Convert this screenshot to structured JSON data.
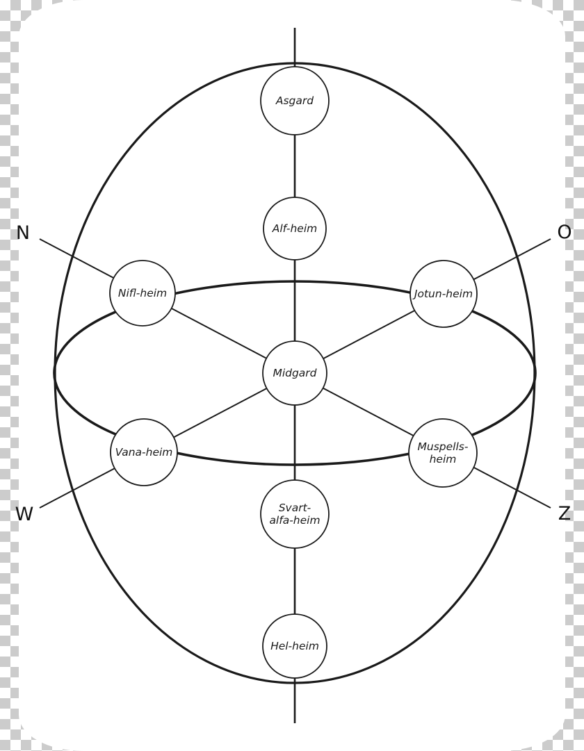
{
  "diagram": {
    "compass": {
      "n": "N",
      "o": "O",
      "w": "W",
      "z": "Z"
    },
    "nodes": [
      {
        "id": "asgard",
        "label": "Asgard"
      },
      {
        "id": "alf-heim",
        "label": "Alf-heim"
      },
      {
        "id": "nifl-heim",
        "label": "Nifl-heim"
      },
      {
        "id": "jotun-heim",
        "label": "Jotun-heim"
      },
      {
        "id": "midgard",
        "label": "Midgard"
      },
      {
        "id": "vana-heim",
        "label": "Vana-heim"
      },
      {
        "id": "muspells-heim",
        "label": "Muspells-heim",
        "lines": [
          "Muspells-",
          "heim"
        ]
      },
      {
        "id": "svart-alfa-heim",
        "label": "Svart-alfa-heim",
        "lines": [
          "Svart-",
          "alfa-heim"
        ]
      },
      {
        "id": "hel-heim",
        "label": "Hel-heim"
      }
    ],
    "edges": [
      {
        "id": "vertical-axis",
        "between": [
          "asgard",
          "alf-heim",
          "midgard",
          "svart-alfa-heim",
          "hel-heim"
        ]
      },
      {
        "id": "diagonal-n-z",
        "between": [
          "nifl-heim",
          "midgard",
          "muspells-heim"
        ]
      },
      {
        "id": "diagonal-w-o",
        "between": [
          "vana-heim",
          "midgard",
          "jotun-heim"
        ]
      }
    ],
    "colors": {
      "stroke": "#1a1a1a",
      "node_fill": "#ffffff",
      "canvas_background": "#ffffff",
      "checker_gray": "#cccccc"
    }
  }
}
